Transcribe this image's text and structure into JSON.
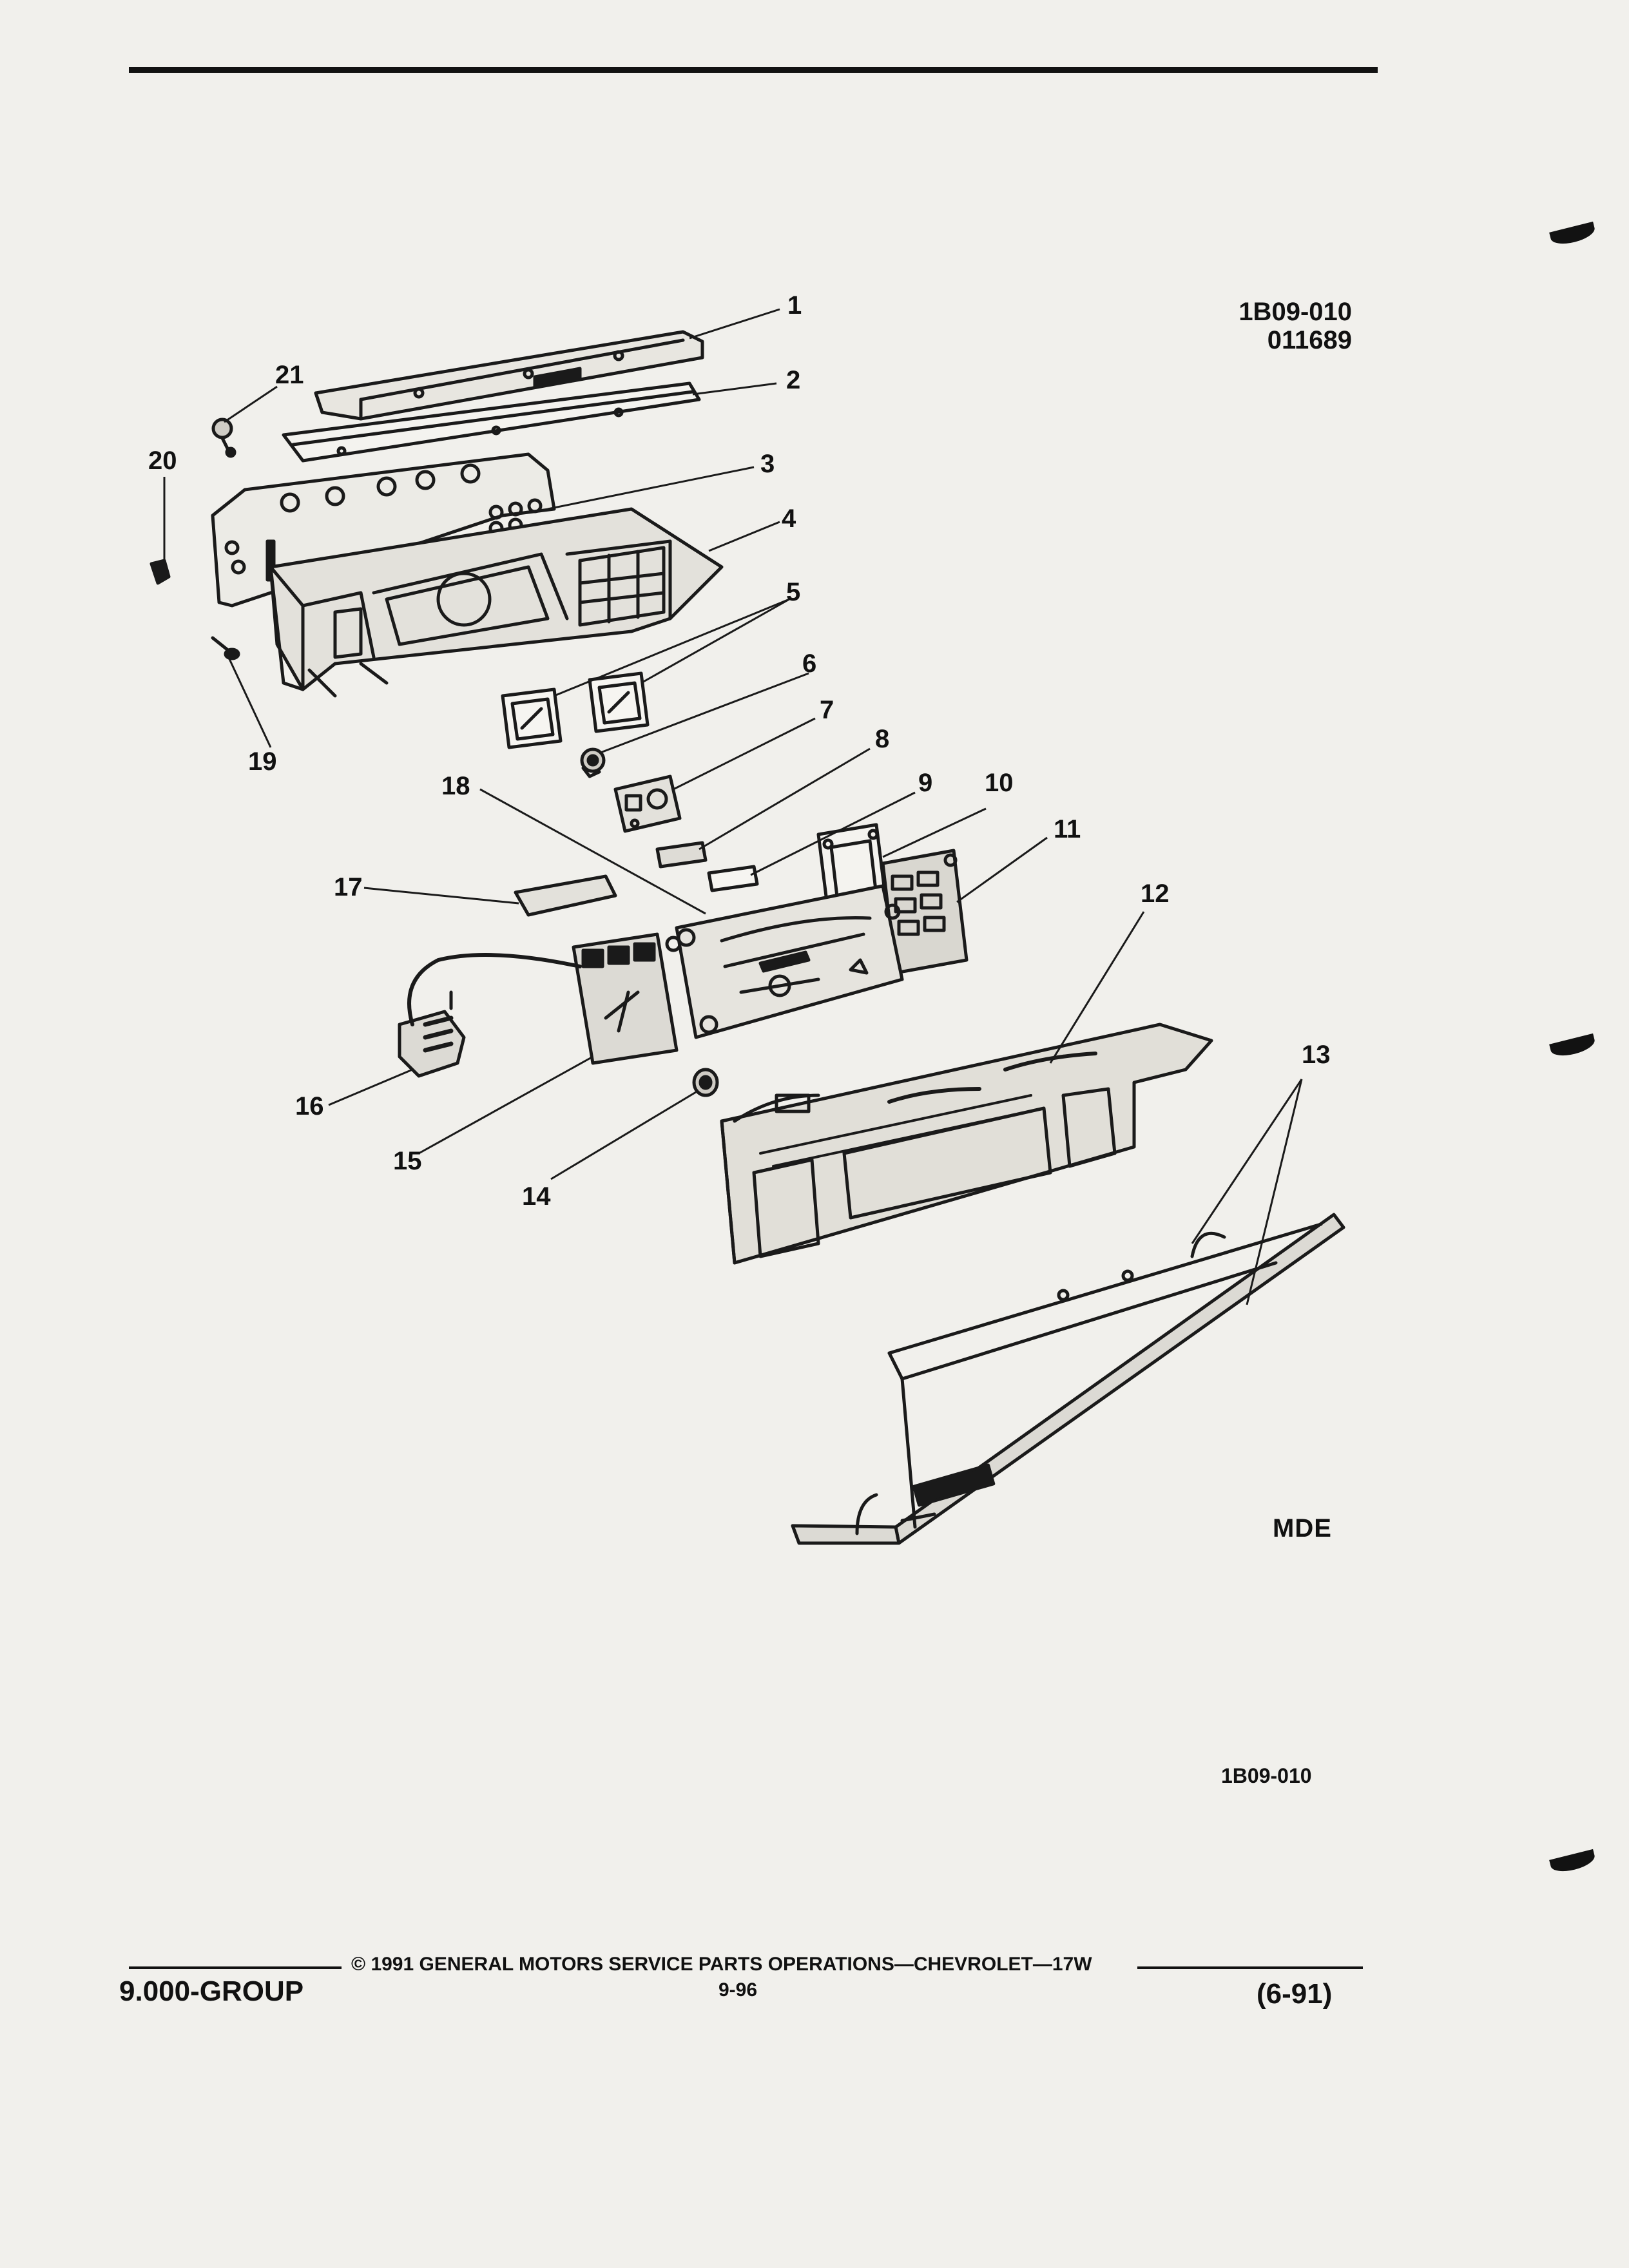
{
  "header": {
    "ref_code": "1B09-010",
    "ref_date": "011689"
  },
  "callouts": [
    "1",
    "2",
    "3",
    "4",
    "5",
    "6",
    "7",
    "8",
    "9",
    "10",
    "11",
    "12",
    "13",
    "14",
    "15",
    "16",
    "17",
    "18",
    "19",
    "20",
    "21"
  ],
  "artist_mark": "MDE",
  "figure_code": "1B09-010",
  "footer": {
    "copyright": "© 1991 GENERAL MOTORS SERVICE PARTS OPERATIONS—CHEVROLET—17W",
    "group": "9.000-GROUP",
    "page": "9-96",
    "revision": "(6-91)"
  }
}
